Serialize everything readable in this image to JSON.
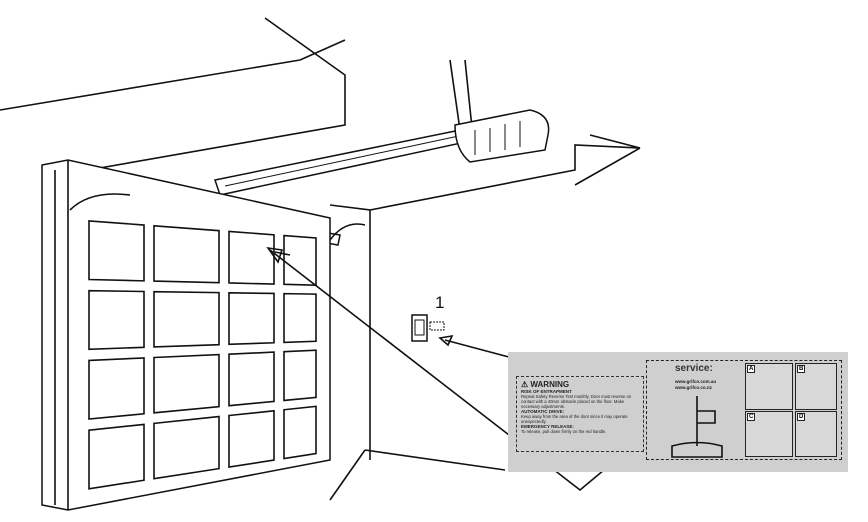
{
  "callout_number": "1",
  "label": {
    "warning_title": "WARNING",
    "sections": [
      {
        "heading": "RISK OF ENTRAPMENT",
        "text": "Repeat Safety Reverse Test monthly. Door must reverse on contact with a 40mm obstacle placed on the floor. Make necessary adjustments."
      },
      {
        "heading": "AUTOMATIC DRIVE:",
        "text": "Keep away from the area of the door since it may operate unexpectedly."
      },
      {
        "heading": "EMERGENCY RELEASE:",
        "text": "To release, pull down firmly on the red handle."
      }
    ],
    "service_title": "service:",
    "urls": [
      "www.grifco.com.au",
      "www.grifco.co.nz"
    ],
    "panels": [
      "A",
      "B",
      "C",
      "D"
    ]
  }
}
